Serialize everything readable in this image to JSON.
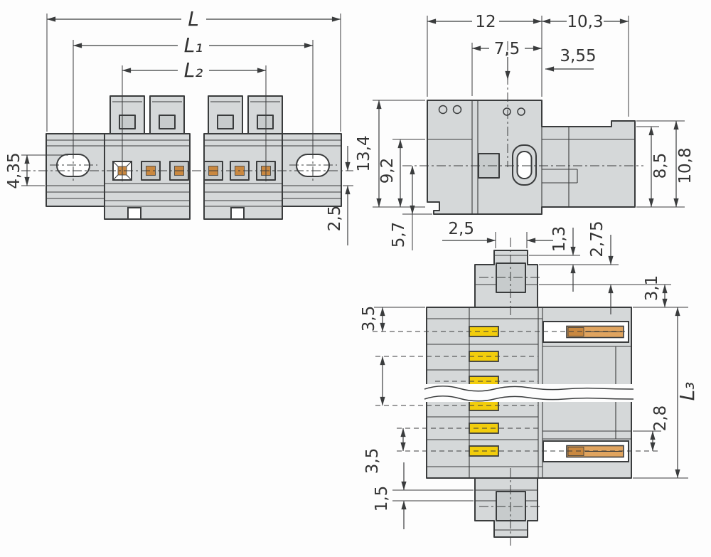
{
  "colors": {
    "line": "#3a3c3d",
    "body": "#d5d8d9",
    "contact_yellow": "#f2cd0c",
    "contact_orange": "#e0a45f",
    "background": "#fdfdfd"
  },
  "front_view": {
    "dim_L": "L",
    "dim_L1": "L₁",
    "dim_L2": "L₂",
    "dim_4_35": "4,35",
    "dim_2_5": "2,5"
  },
  "side_view": {
    "dim_12": "12",
    "dim_10_3": "10,3",
    "dim_7_5": "7,5",
    "dim_3_55": "3,55",
    "dim_13_4": "13,4",
    "dim_9_2": "9,2",
    "dim_8_5": "8,5",
    "dim_10_8": "10,8",
    "dim_5_7": "5,7"
  },
  "plan_view": {
    "dim_2_5": "2,5",
    "dim_1_3": "1,3",
    "dim_2_75": "2,75",
    "dim_3_1": "3,1",
    "dim_3_5_top": "3,5",
    "dim_3_5_bottom": "3,5",
    "dim_1_5": "1,5",
    "dim_2_8": "2,8",
    "dim_L3": "L₃"
  }
}
